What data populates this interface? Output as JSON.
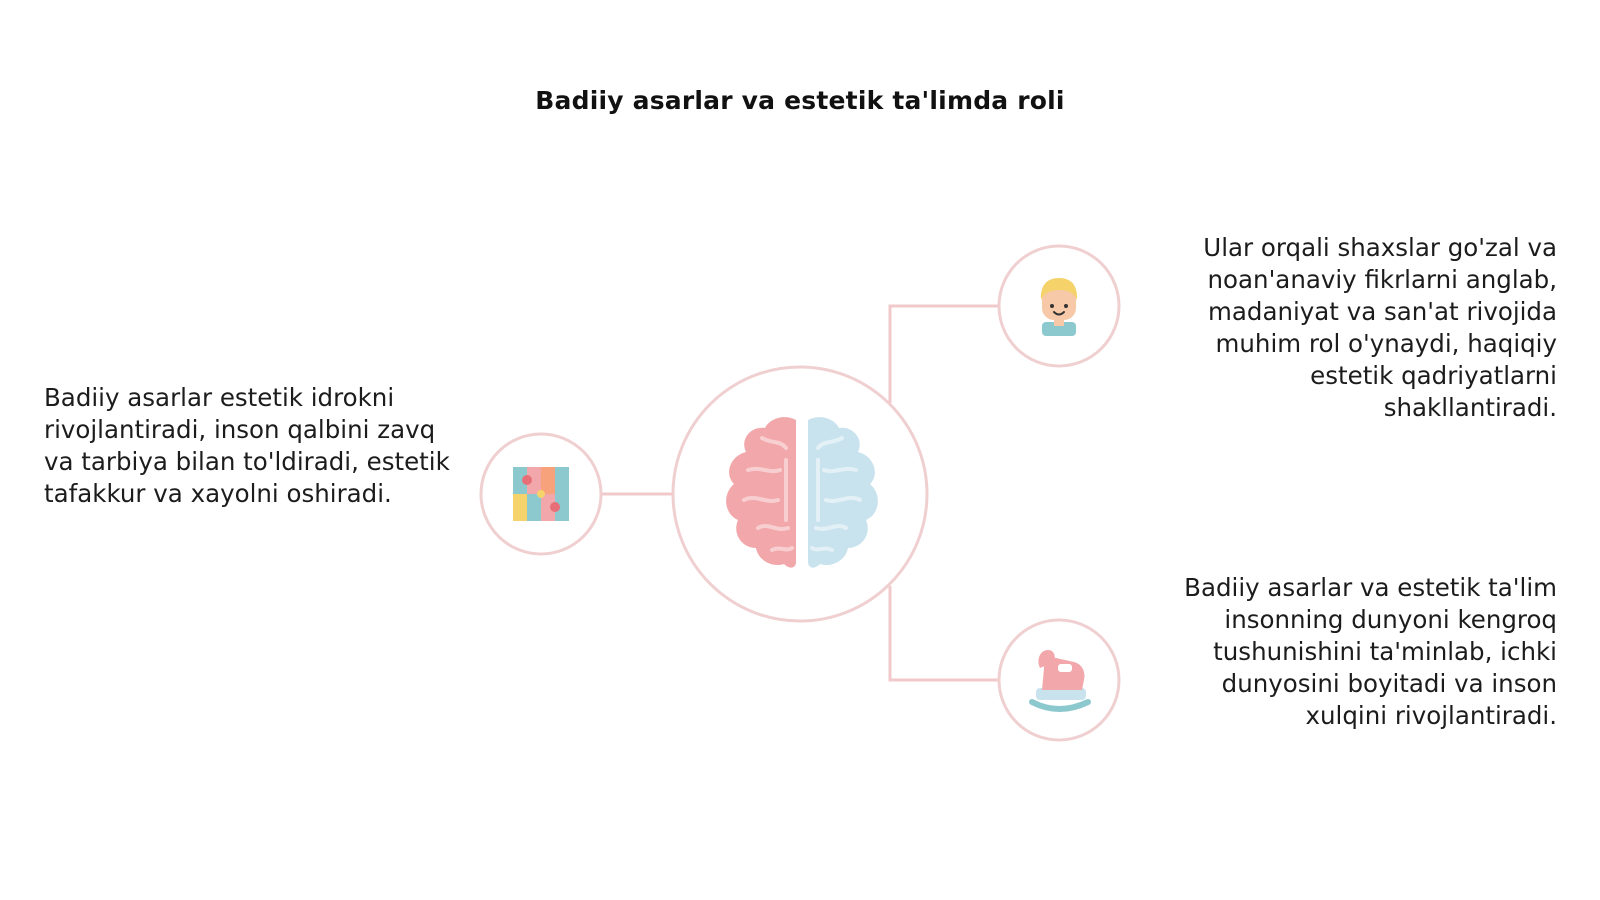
{
  "title": "Badiiy asarlar va estetik ta'limda roli",
  "nodes": {
    "left": {
      "text": "Badiiy asarlar estetik idrokni rivojlantiradi, inson qalbini zavq va tarbiya bilan to'ldiradi, estetik tafakkur va xayolni oshiradi.",
      "icon": "puzzle-icon"
    },
    "top_right": {
      "text": "Ular orqali shaxslar go'zal va noan'anaviy fikrlarni anglab, madaniyat va san'at rivojida muhim rol o'ynaydi, haqiqiy estetik qadriyatlarni shakllantiradi.",
      "icon": "child-face-icon"
    },
    "bottom_right": {
      "text": "Badiiy asarlar va estetik ta'lim insonning dunyoni kengroq tushunishini ta'minlab, ichki dunyosini boyitadi va inson xulqini rivojlantiradi.",
      "icon": "rocking-horse-icon"
    },
    "center": {
      "icon": "brain-icon"
    }
  },
  "colors": {
    "connector": "#f2c9ca",
    "ring": "#f0cfd0",
    "pink": "#f2a7aa",
    "blue": "#c9e3ee",
    "teal": "#8cc9cf",
    "yellow": "#f6d26b",
    "orange": "#f7a27a"
  }
}
